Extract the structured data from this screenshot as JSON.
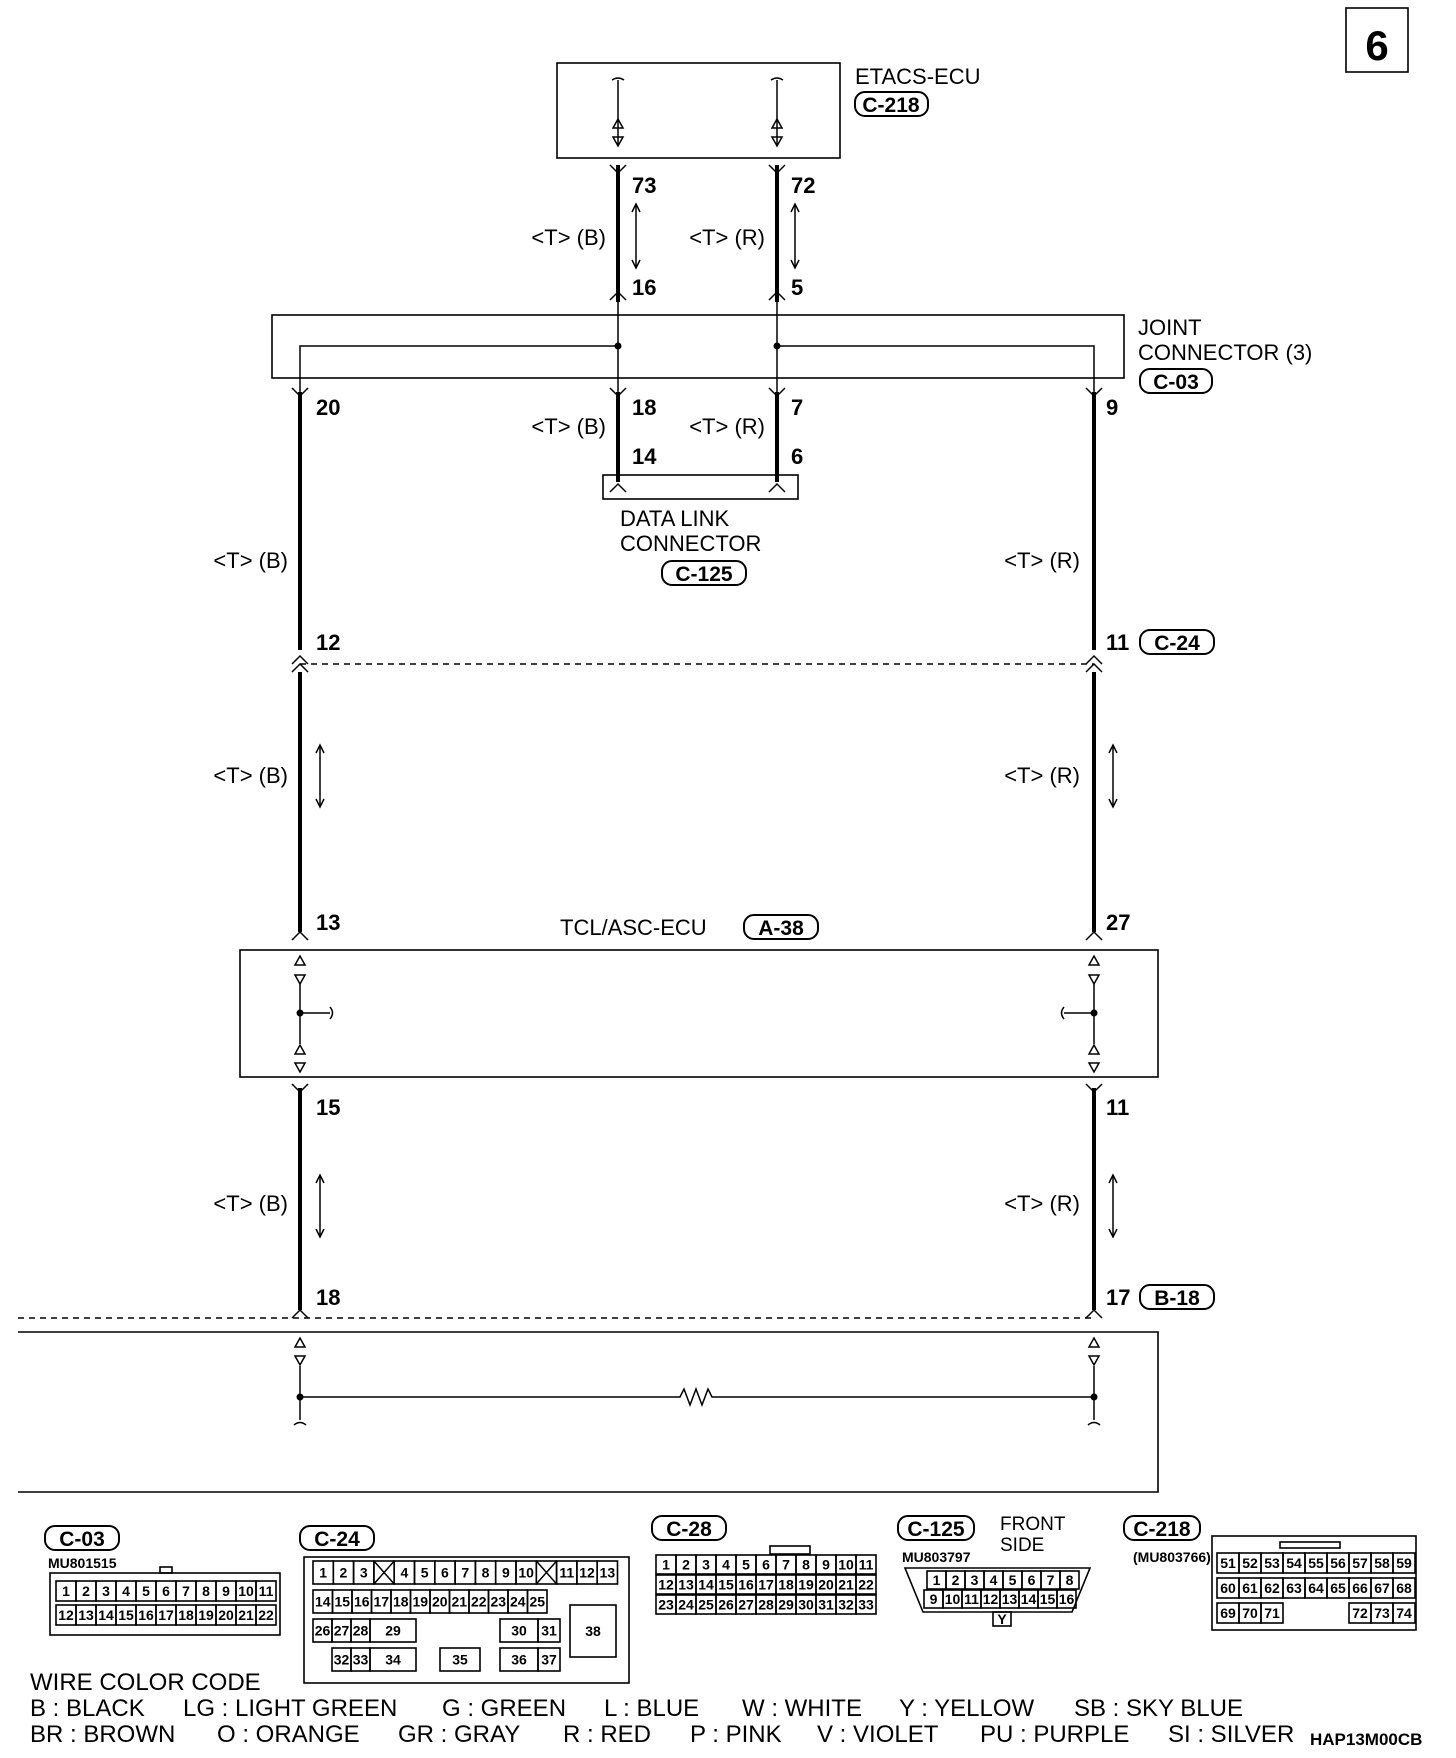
{
  "page_number": "6",
  "components": {
    "etacs": {
      "name": "ETACS-ECU",
      "connector": "C-218"
    },
    "joint": {
      "name1": "JOINT",
      "name2": "CONNECTOR (3)",
      "connector": "C-03"
    },
    "dlc": {
      "name1": "DATA LINK",
      "name2": "CONNECTOR",
      "connector": "C-125"
    },
    "tcl": {
      "name": "TCL/ASC-ECU",
      "connector": "A-38"
    },
    "c24": {
      "connector": "C-24"
    },
    "b18": {
      "connector": "B-18"
    }
  },
  "wire_labels": {
    "tb": "<T> (B)",
    "tr": "<T> (R)"
  },
  "pins": {
    "p73": "73",
    "p72": "72",
    "p16": "16",
    "p5": "5",
    "p20": "20",
    "p18a": "18",
    "p7": "7",
    "p9": "9",
    "p14": "14",
    "p6": "6",
    "p12": "12",
    "p11a": "11",
    "p13": "13",
    "p27": "27",
    "p15": "15",
    "p11b": "11",
    "p18b": "18",
    "p17": "17"
  },
  "connector_views": {
    "c03": {
      "id": "C-03",
      "part": "MU801515",
      "row1": [
        "1",
        "2",
        "3",
        "4",
        "5",
        "6",
        "7",
        "8",
        "9",
        "10",
        "11"
      ],
      "row2": [
        "12",
        "13",
        "14",
        "15",
        "16",
        "17",
        "18",
        "19",
        "20",
        "21",
        "22"
      ]
    },
    "c24": {
      "id": "C-24",
      "row1": [
        "1",
        "2",
        "3",
        "",
        "4",
        "5",
        "6",
        "7",
        "8",
        "9",
        "10",
        "",
        "11",
        "12",
        "13"
      ],
      "row2": [
        "14",
        "15",
        "16",
        "17",
        "18",
        "19",
        "20",
        "21",
        "22",
        "23",
        "24",
        "25"
      ],
      "row3": [
        "26",
        "27",
        "28",
        "29",
        "30",
        "31"
      ],
      "row4": [
        "32",
        "33",
        "34",
        "35",
        "36",
        "37"
      ],
      "big": "38"
    },
    "c28": {
      "id": "C-28",
      "row1": [
        "1",
        "2",
        "3",
        "4",
        "5",
        "6",
        "7",
        "8",
        "9",
        "10",
        "11"
      ],
      "row2": [
        "12",
        "13",
        "14",
        "15",
        "16",
        "17",
        "18",
        "19",
        "20",
        "21",
        "22"
      ],
      "row3": [
        "23",
        "24",
        "25",
        "26",
        "27",
        "28",
        "29",
        "30",
        "31",
        "32",
        "33"
      ]
    },
    "c125": {
      "id": "C-125",
      "part": "MU803797",
      "note1": "FRONT",
      "note2": "SIDE",
      "row1": [
        "1",
        "2",
        "3",
        "4",
        "5",
        "6",
        "7",
        "8"
      ],
      "row2": [
        "9",
        "10",
        "11",
        "12",
        "13",
        "14",
        "15",
        "16"
      ],
      "key": "Y"
    },
    "c218": {
      "id": "C-218",
      "part": "(MU803766)",
      "row1": [
        "51",
        "52",
        "53",
        "54",
        "55",
        "56",
        "57",
        "58",
        "59"
      ],
      "row2": [
        "60",
        "61",
        "62",
        "63",
        "64",
        "65",
        "66",
        "67",
        "68"
      ],
      "row3a": [
        "69",
        "70",
        "71"
      ],
      "row3b": [
        "72",
        "73",
        "74"
      ]
    }
  },
  "wire_color_code": {
    "title": "WIRE COLOR CODE",
    "line1": [
      "B : BLACK",
      "LG : LIGHT GREEN",
      "G : GREEN",
      "L : BLUE",
      "W : WHITE",
      "Y : YELLOW",
      "SB : SKY BLUE"
    ],
    "line2": [
      "BR : BROWN",
      "O : ORANGE",
      "GR : GRAY",
      "R : RED",
      "P : PINK",
      "V : VIOLET",
      "PU : PURPLE",
      "SI : SILVER"
    ]
  },
  "figure_code": "HAP13M00CB"
}
